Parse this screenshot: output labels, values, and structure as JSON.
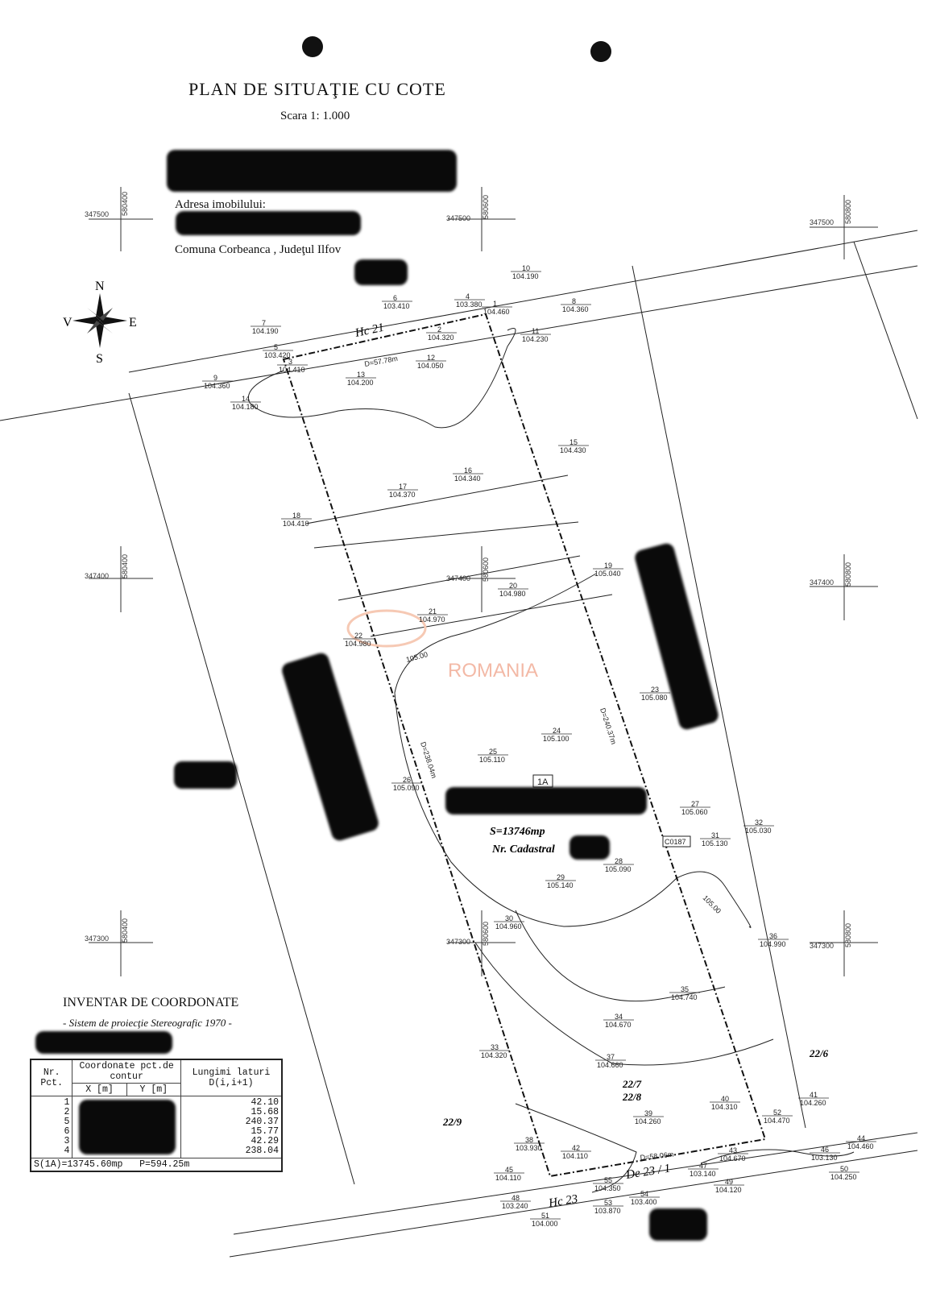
{
  "header": {
    "title": "PLAN DE SITUAŢIE CU COTE",
    "scale": "Scara 1: 1.000",
    "address_label": "Adresa imobilului:",
    "locality": "Comuna Corbeanca , Judeţul Ilfov"
  },
  "compass": {
    "n": "N",
    "s": "S",
    "e": "E",
    "w": "V"
  },
  "grid": {
    "rows": [
      "347500",
      "347400",
      "347300"
    ],
    "cols": [
      "580400",
      "580600",
      "580800"
    ]
  },
  "map_labels": {
    "road_top": "Hc 21",
    "road_bottom": "Hc 23",
    "road_de": "De 23 / 1",
    "d_top": "D=57.78m",
    "d_right": "D=240.37m",
    "d_left": "D=238.04m",
    "d_bottom": "D=58.06m",
    "parcel_id": "1A",
    "area": "S=13746mp",
    "cadastral": "Nr. Cadastral",
    "marker": "C0187",
    "contour1": "105.00",
    "contour2": "105.00",
    "lot_22_6": "22/6",
    "lot_22_7": "22/7",
    "lot_22_8": "22/8",
    "lot_22_9": "22/9",
    "watermark": "ROMANIA"
  },
  "points": [
    {
      "n": "1",
      "z": "104.460"
    },
    {
      "n": "2",
      "z": "104.320"
    },
    {
      "n": "3",
      "z": "104.410"
    },
    {
      "n": "4",
      "z": "103.380"
    },
    {
      "n": "5",
      "z": "103.420"
    },
    {
      "n": "6",
      "z": "103.410"
    },
    {
      "n": "7",
      "z": "104.190"
    },
    {
      "n": "8",
      "z": "104.360"
    },
    {
      "n": "9",
      "z": "104.360"
    },
    {
      "n": "10",
      "z": "104.190"
    },
    {
      "n": "11",
      "z": "104.230"
    },
    {
      "n": "12",
      "z": "104.050"
    },
    {
      "n": "13",
      "z": "104.200"
    },
    {
      "n": "14",
      "z": "104.180"
    },
    {
      "n": "15",
      "z": "104.430"
    },
    {
      "n": "16",
      "z": "104.340"
    },
    {
      "n": "17",
      "z": "104.370"
    },
    {
      "n": "18",
      "z": "104.410"
    },
    {
      "n": "19",
      "z": "105.040"
    },
    {
      "n": "20",
      "z": "104.980"
    },
    {
      "n": "21",
      "z": "104.970"
    },
    {
      "n": "22",
      "z": "104.980"
    },
    {
      "n": "23",
      "z": "105.080"
    },
    {
      "n": "24",
      "z": "105.100"
    },
    {
      "n": "25",
      "z": "105.110"
    },
    {
      "n": "26",
      "z": "105.090"
    },
    {
      "n": "27",
      "z": "105.060"
    },
    {
      "n": "28",
      "z": "105.090"
    },
    {
      "n": "29",
      "z": "105.140"
    },
    {
      "n": "30",
      "z": "104.960"
    },
    {
      "n": "31",
      "z": "105.130"
    },
    {
      "n": "32",
      "z": "105.030"
    },
    {
      "n": "33",
      "z": "104.320"
    },
    {
      "n": "34",
      "z": "104.670"
    },
    {
      "n": "35",
      "z": "104.740"
    },
    {
      "n": "36",
      "z": "104.990"
    },
    {
      "n": "37",
      "z": "104.660"
    },
    {
      "n": "38",
      "z": "103.930"
    },
    {
      "n": "39",
      "z": "104.260"
    },
    {
      "n": "40",
      "z": "104.310"
    },
    {
      "n": "41",
      "z": "104.260"
    },
    {
      "n": "42",
      "z": "104.110"
    },
    {
      "n": "43",
      "z": "104.670"
    },
    {
      "n": "44",
      "z": "104.460"
    },
    {
      "n": "45",
      "z": "104.110"
    },
    {
      "n": "46",
      "z": "103.130"
    },
    {
      "n": "47",
      "z": "103.140"
    },
    {
      "n": "48",
      "z": "103.240"
    },
    {
      "n": "49",
      "z": "104.120"
    },
    {
      "n": "50",
      "z": "104.250"
    },
    {
      "n": "51",
      "z": "104.000"
    },
    {
      "n": "52",
      "z": "104.470"
    },
    {
      "n": "53",
      "z": "103.870"
    },
    {
      "n": "54",
      "z": "103.400"
    },
    {
      "n": "55",
      "z": "104.350"
    }
  ],
  "inventory": {
    "title": "INVENTAR DE COORDONATE",
    "subtitle": "- Sistem de proiecţie Stereografic 1970 -",
    "headers": {
      "nr": "Nr. Pct.",
      "coords": "Coordonate pct.de contur",
      "x": "X [m]",
      "y": "Y [m]",
      "len": "Lungimi laturi D(i,i+1)"
    },
    "rows": [
      {
        "nr": "1",
        "d": "42.10"
      },
      {
        "nr": "2",
        "d": "15.68"
      },
      {
        "nr": "5",
        "d": "240.37"
      },
      {
        "nr": "6",
        "d": "15.77"
      },
      {
        "nr": "3",
        "d": "42.29"
      },
      {
        "nr": "4",
        "d": "238.04"
      }
    ],
    "footer": "S(1A)=13745.60mp   P=594.25m"
  }
}
